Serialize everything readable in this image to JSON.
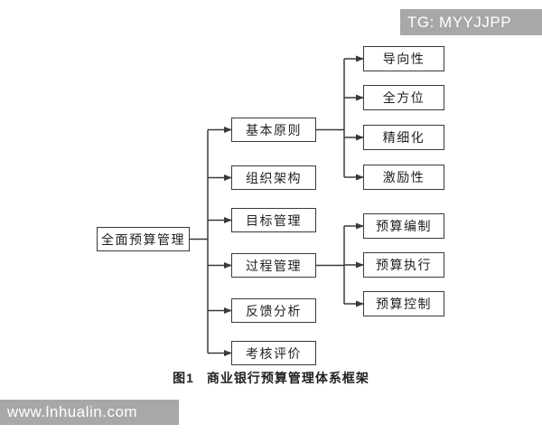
{
  "watermarks": {
    "top_right": "TG: MYYJJPP",
    "bottom_left": "www.lnhualin.com"
  },
  "caption": {
    "figure_label": "图1",
    "title": "商业银行预算管理体系框架"
  },
  "diagram": {
    "root": {
      "label": "全面预算管理"
    },
    "branches": [
      {
        "label": "基本原则"
      },
      {
        "label": "组织架构"
      },
      {
        "label": "目标管理"
      },
      {
        "label": "过程管理"
      },
      {
        "label": "反馈分析"
      },
      {
        "label": "考核评价"
      }
    ],
    "principles_children": [
      {
        "label": "导向性"
      },
      {
        "label": "全方位"
      },
      {
        "label": "精细化"
      },
      {
        "label": "激励性"
      }
    ],
    "process_children": [
      {
        "label": "预算编制"
      },
      {
        "label": "预算执行"
      },
      {
        "label": "预算控制"
      }
    ]
  },
  "colors": {
    "line": "#3a3a3a",
    "box_border": "#3a3a3a",
    "box_fill": "#ffffff",
    "text": "#1f1f1f",
    "watermark_bg": "#a8a8a8",
    "watermark_text": "#ffffff"
  }
}
